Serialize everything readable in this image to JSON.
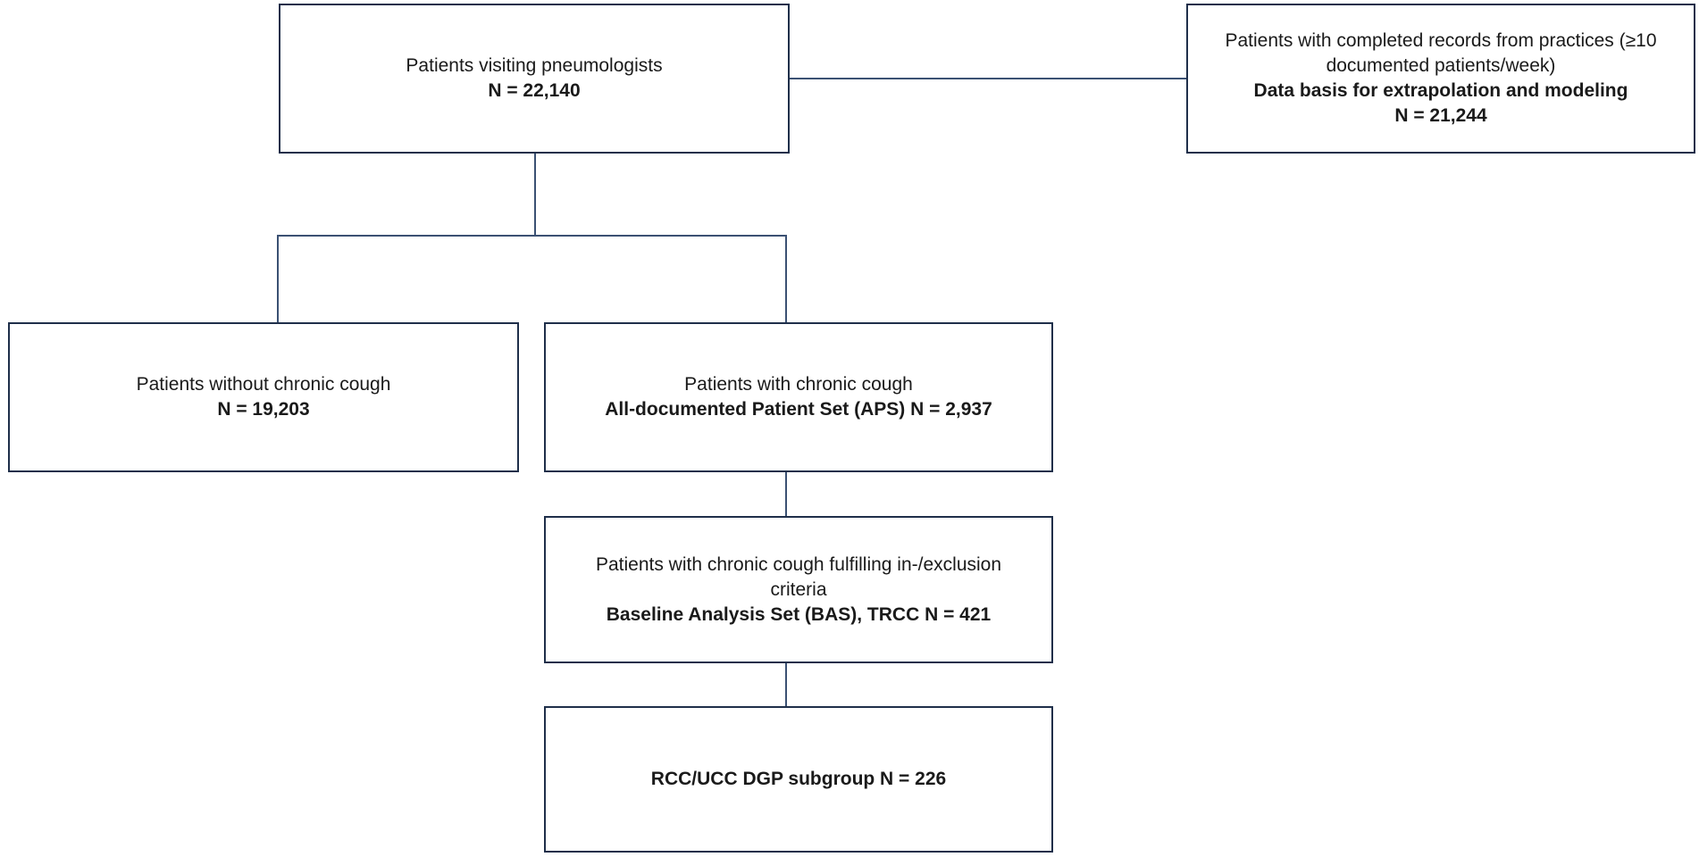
{
  "boxes": {
    "pneumologists": {
      "title": "Patients visiting pneumologists",
      "count": "N = 22,140"
    },
    "completed_records": {
      "title": "Patients with completed records from practices (≥10 documented patients/week)",
      "subtitle": "Data basis for extrapolation and modeling",
      "count": "N = 21,244"
    },
    "without_cough": {
      "title": "Patients without chronic cough",
      "count": "N = 19,203"
    },
    "with_cough": {
      "title": "Patients with chronic cough",
      "count": "All-documented Patient Set (APS) N = 2,937"
    },
    "baseline": {
      "title": "Patients with chronic cough fulfilling in-/exclusion criteria",
      "count": "Baseline Analysis Set (BAS), TRCC N = 421"
    },
    "subgroup": {
      "count": "RCC/UCC DGP subgroup N = 226"
    }
  }
}
